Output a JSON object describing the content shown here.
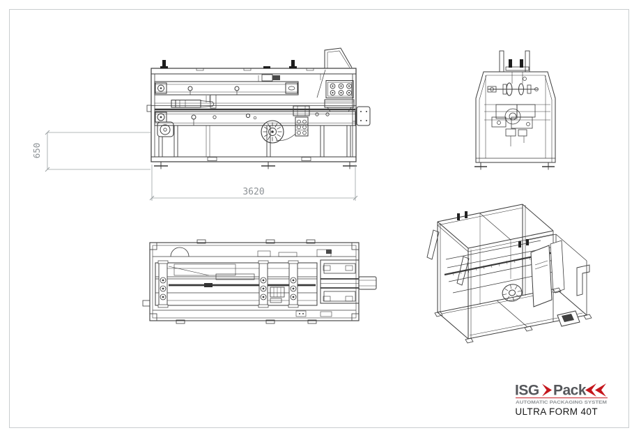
{
  "drawing": {
    "dimensions": {
      "height": "650",
      "length": "3620"
    },
    "line_color": "#3a3a3a",
    "dim_color": "#9aa0a2"
  },
  "brand": {
    "logo": {
      "isg": "ISG",
      "pack": "Pack",
      "tagline": "AUTOMATIC PACKAGING SYSTEM",
      "red": "#c5161d",
      "gray": "#55575b"
    },
    "model": "ULTRA FORM 40T"
  },
  "page": {
    "frame_color": "#c9cdcf",
    "background": "#ffffff"
  }
}
